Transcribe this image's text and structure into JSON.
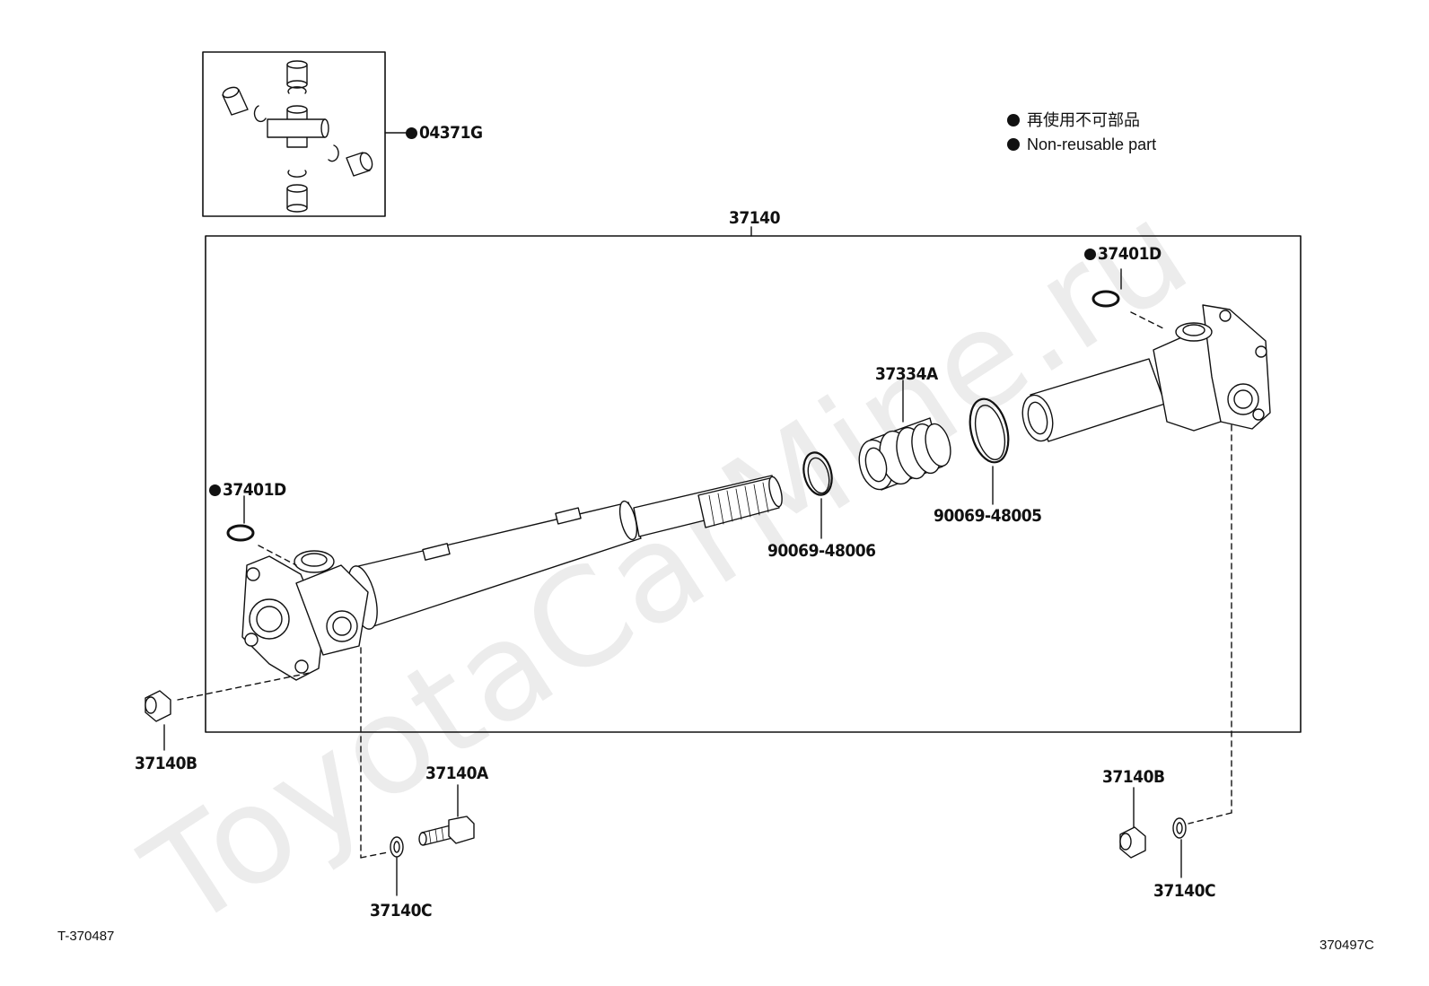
{
  "legend": {
    "ja": "再使用不可部品",
    "en": "Non-reusable part"
  },
  "labels": {
    "kit_04371g": "04371G",
    "assembly_37140": "37140",
    "snap_ring_right": "37401D",
    "snap_ring_left": "37401D",
    "boot_37334a": "37334A",
    "clamp_90069_48005": "90069-48005",
    "clamp_90069_48006": "90069-48006",
    "nut_left_37140b": "37140B",
    "bolt_37140a": "37140A",
    "washer_left_37140c": "37140C",
    "nut_right_37140b": "37140B",
    "washer_right_37140c": "37140C"
  },
  "codes": {
    "left": "T-370487",
    "right": "370497C"
  },
  "watermark": "ToyotaCarMine.ru"
}
